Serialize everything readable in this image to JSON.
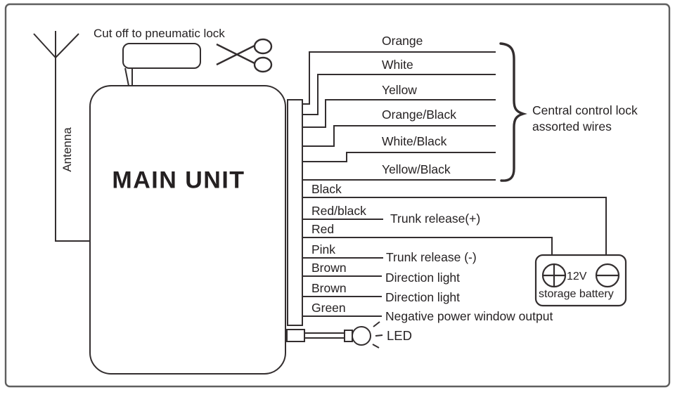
{
  "main_unit": {
    "label": "MAIN UNIT"
  },
  "antenna": {
    "label": "Antenna",
    "icon": "antenna-icon"
  },
  "cutoff": {
    "label": "Cut off to pneumatic lock",
    "icon": "scissors-icon"
  },
  "central_lock_group": {
    "wires": [
      "Orange",
      "White",
      "Yellow",
      "Orange/Black",
      "White/Black",
      "Yellow/Black"
    ],
    "label_line1": "Central control lock",
    "label_line2": "assorted wires"
  },
  "outputs": [
    {
      "color": "Black",
      "function": ""
    },
    {
      "color": "Red/black",
      "function": "Trunk release(+)"
    },
    {
      "color": "Red",
      "function": ""
    },
    {
      "color": "Pink",
      "function": "Trunk release (-)"
    },
    {
      "color": "Brown",
      "function": "Direction light"
    },
    {
      "color": "Brown",
      "function": "Direction light"
    },
    {
      "color": "Green",
      "function": "Negative power window output"
    }
  ],
  "battery": {
    "voltage": "12V",
    "name": "storage battery",
    "plus_icon": "plus-in-circle",
    "minus_icon": "minus-in-circle"
  },
  "led": {
    "label": "LED",
    "icon": "led-bulb-icon"
  },
  "colors": {
    "line": "#332e2f",
    "text": "#262223",
    "frame": "#5f5f5f",
    "background": "#ffffff"
  }
}
